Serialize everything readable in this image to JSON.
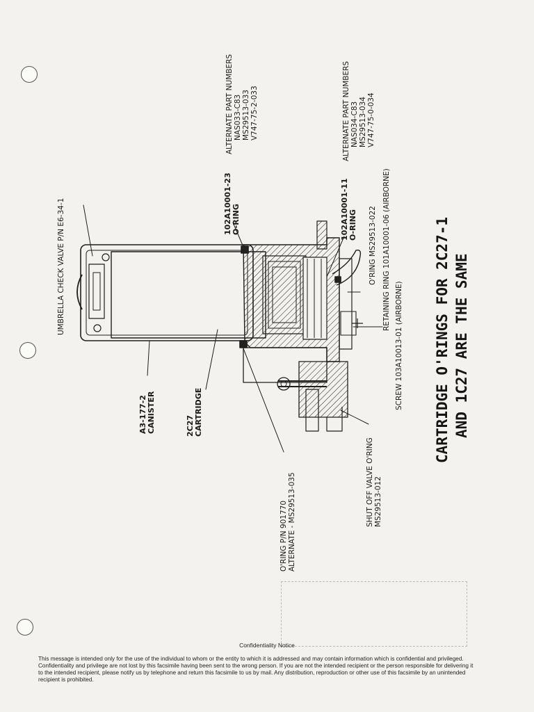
{
  "diagram": {
    "labels": {
      "umbrella_valve": "UMBRELLA CHECK VALVE P/N E6-34-1",
      "canister": [
        "A3-177-2",
        "CANISTER"
      ],
      "cartridge": [
        "2C27",
        "CARTRIDGE"
      ],
      "oring_901770": [
        "O'RING P/N 901770",
        "ALTERNATE - MS29513-035"
      ],
      "shutoff_oring": [
        "SHUT OFF VALVE O'RING",
        "MS29513-012"
      ],
      "screw": "SCREW 103A10013-01 (AIRBORNE)",
      "retaining_ring": "RETAINING RING 101A10001-06 (AIRBORNE)",
      "oring_022": "O'RING MS29513-022",
      "oring_23": {
        "part": "102A10001-23",
        "name": "O-RING",
        "alt_heading": "ALTERNATE PART NUMBERS",
        "alternates": [
          "NAS033-C83",
          "MS29513-033",
          "V747-75-2-033"
        ]
      },
      "oring_11": {
        "part": "102A10001-11",
        "name": "O-RING",
        "alt_heading": "ALTERNATE PART NUMBERS",
        "alternates": [
          "NAS034-C83",
          "MS29513-034",
          "V747-75-0-034"
        ]
      }
    },
    "headline": [
      "CARTRIDGE O'RINGS FOR 2C27-1",
      "AND 1C27 ARE THE SAME"
    ]
  },
  "confidentiality": {
    "title": "Confidentiality Notice",
    "body": "This message is intended only for the use of the individual to whom or the entity to which it is addressed and may contain information which is confidential and privileged. Confidentiality and privilege are not lost by this facsimile having been sent to the wrong person. If you are not the intended recipient or the person responsible for delivering it to the intended recipient, please notify us by telephone and return this facsimile to us by mail. Any distribution, reproduction or other use of this facsimile by an unintended recipient is prohibited."
  }
}
